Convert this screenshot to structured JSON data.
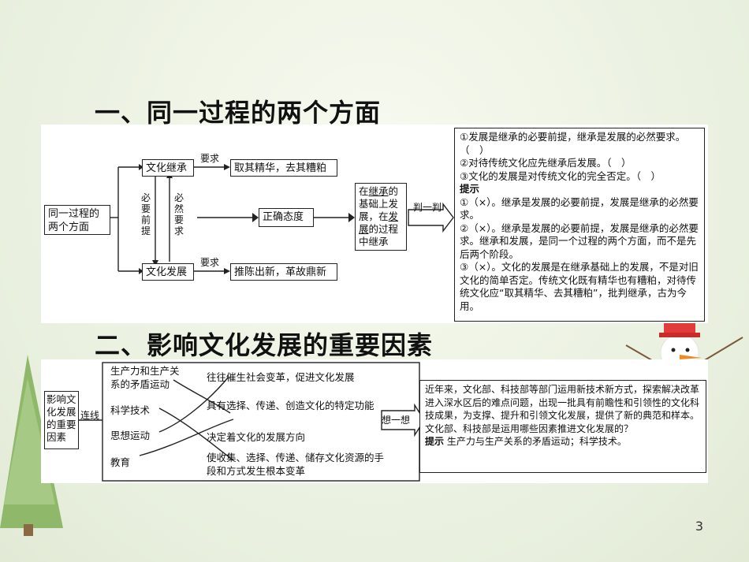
{
  "titles": {
    "section1": "一、同一过程的两个方面",
    "section2": "二、影响文化发展的重要因素"
  },
  "panel1": {
    "root": "同一过程的两个方面",
    "inherit": "文化继承",
    "develop": "文化发展",
    "require": "要求",
    "take_essence": "取其精华，去其糟粕",
    "new_old": "推陈出新，革故鼎新",
    "premise": "必要前提",
    "requirement": "必然要求",
    "attitude": "正确态度",
    "box_p1": "在",
    "box_u1": "继承",
    "box_p2": "的基础上发展，在",
    "box_u2": "发展",
    "box_p3": "的过程中继承",
    "box_u3": "",
    "box_p4": "",
    "judge": "判一判",
    "tips": {
      "q1": "①发展是继承的必要前提，继承是发展的必然要求。（　）",
      "q2": "②对待传统文化应先继承后发展。（　）",
      "q3": "③文化的发展是对传统文化的完全否定。（　）",
      "hint": "提示",
      "a1": "①（×）。继承是发展的必要前提，发展是继承的必然要求。",
      "a2": "②（×）。继承是发展的必要前提，发展是继承的必然要求。继承和发展，是同一个过程的两个方面，而不是先后两个阶段。",
      "a3": "③（×）。文化的发展是在继承基础上的发展，不是对旧文化的简单否定。传统文化既有精华也有糟粕，对待传统文化应“取其精华、去其糟粕”，批判继承，古为今用。"
    }
  },
  "panel2": {
    "root": "影响文化发展的重要因素",
    "connect": "连线",
    "left": [
      "生产力和生产关系的矛盾运动",
      "科学技术",
      "思想运动",
      "教育"
    ],
    "right": [
      "往往催生社会变革，促进文化发展",
      "具有选择、传递、创造文化的特定功能",
      "决定着文化的发展方向",
      "使收集、选择、传递、储存文化资源的手段和方式发生根本变革"
    ],
    "think": "想一想",
    "tips": {
      "para": "近年来，文化部、科技部等部门运用新技术新方式，探索解决改革进入深水区后的难点问题，出现一批具有前瞻性和引领性的文化科技成果，为支撑、提升和引领文化发展，提供了新的典范和样本。",
      "question": "文化部、科技部是运用哪些因素推进文化发展的？",
      "hint": "提示",
      "answer": "生产力与生产关系的矛盾运动；科学技术。"
    }
  },
  "page_number": "3"
}
